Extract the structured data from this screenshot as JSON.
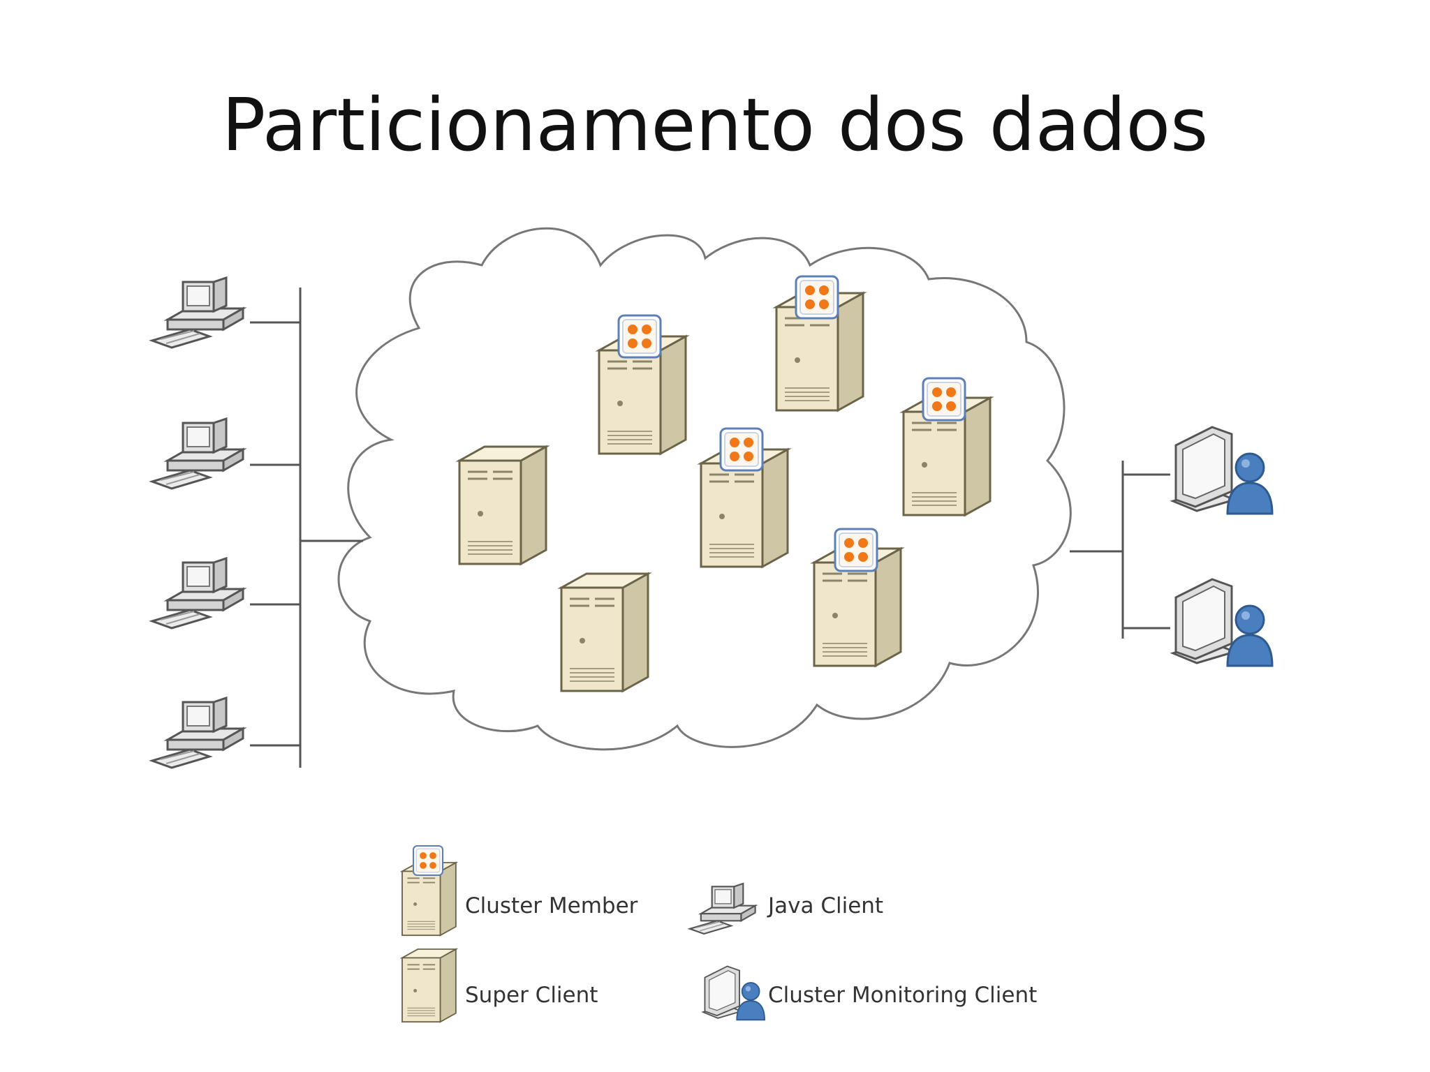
{
  "slide": {
    "title": "Particionamento dos dados"
  },
  "legend": {
    "cluster_member": "Cluster Member",
    "super_client": "Super Client",
    "java_client": "Java Client",
    "cluster_monitoring_client": "Cluster Monitoring Client"
  },
  "colors": {
    "server_body": "#efe6cc",
    "server_outline": "#6b6448",
    "badge_dot": "#f07818",
    "badge_border": "#5c7fb8",
    "person": "#4a7fbf",
    "line": "#555555",
    "cloud_outline": "#777777"
  },
  "icons": [
    "server-icon",
    "cluster-badge-icon",
    "desktop-computer-icon",
    "monitor-user-icon",
    "cloud-icon"
  ]
}
